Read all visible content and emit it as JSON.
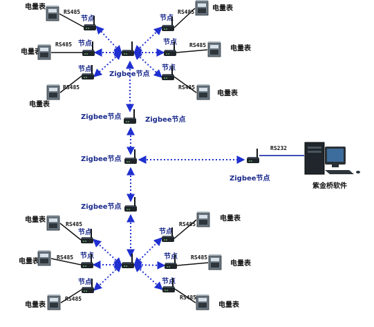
{
  "labels": {
    "meter": "电量表",
    "node": "节点",
    "zigbee_node": "Zigbee节点",
    "rs485": "RS485",
    "rs232": "RS232",
    "software": "紫金桥软件"
  },
  "colors": {
    "link_dotted": "#1f2fd0",
    "wire": "#111111",
    "serial_line": "#2233aa",
    "label_blue": "#1a2a8c",
    "label_black": "#111111",
    "device_dark": "#1e2428",
    "meter_body": "#6a7680"
  },
  "icons": [
    "zigbee-router-icon",
    "power-meter-icon",
    "desktop-computer-icon"
  ]
}
